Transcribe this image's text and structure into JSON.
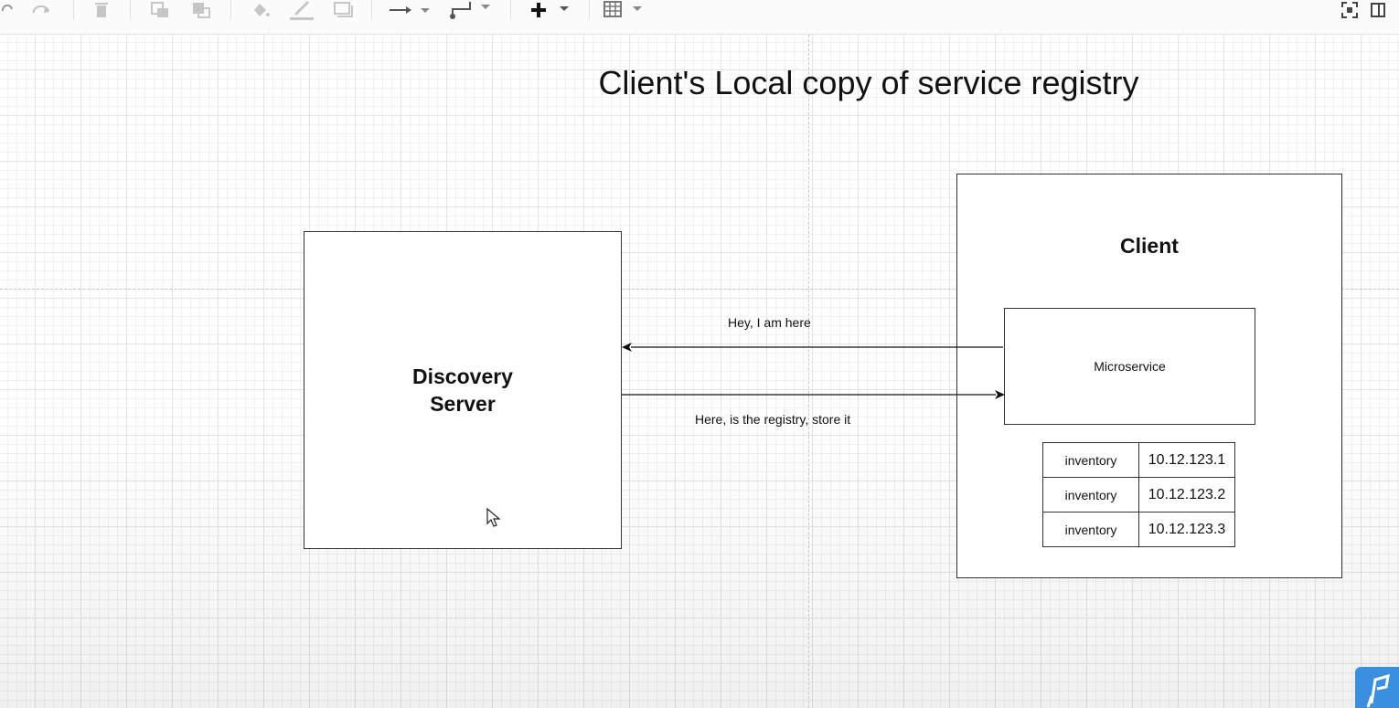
{
  "toolbar": {
    "icons": [
      "undo-icon",
      "redo-icon",
      "delete-icon",
      "to-front-icon",
      "to-back-icon",
      "fill-color-icon",
      "line-color-icon",
      "shadow-icon",
      "connection-icon",
      "waypoints-icon",
      "insert-icon",
      "table-icon",
      "fullscreen-icon",
      "format-panel-icon"
    ]
  },
  "diagram": {
    "title": "Client's Local copy of service registry",
    "discovery_server": {
      "line1": "Discovery",
      "line2": "Server"
    },
    "client": {
      "title": "Client",
      "microservice": "Microservice",
      "registry": [
        {
          "service": "inventory",
          "ip": "10.12.123.1"
        },
        {
          "service": "inventory",
          "ip": "10.12.123.2"
        },
        {
          "service": "inventory",
          "ip": "10.12.123.3"
        }
      ]
    },
    "edges": {
      "register_label": "Hey, I am here",
      "registry_label": "Here, is the registry, store it"
    }
  },
  "colors": {
    "stroke": "#333333",
    "grid": "#e3e3e3",
    "watermark": "#3a8fe0"
  }
}
